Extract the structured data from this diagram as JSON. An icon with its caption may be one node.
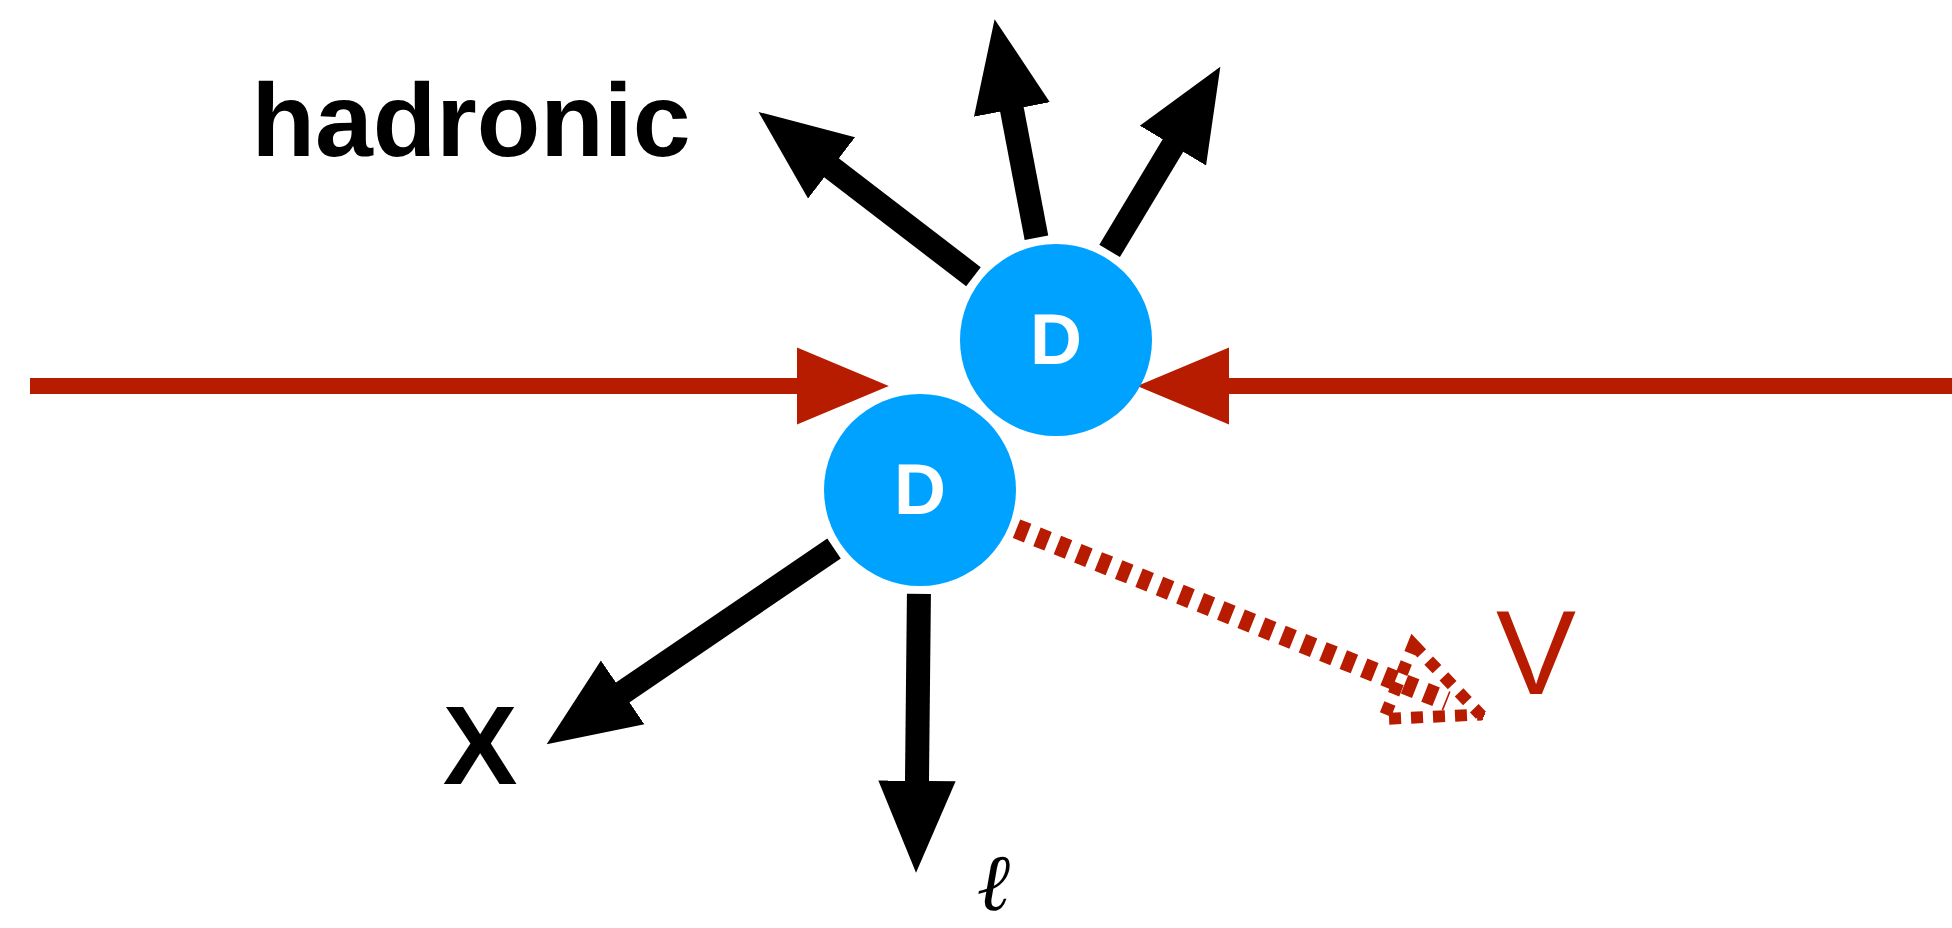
{
  "diagram": {
    "nodes": [
      {
        "text": [
          "D"
        ]
      },
      {
        "text": [
          "D"
        ]
      },
      {
        "text": [
          "hadronic"
        ]
      },
      {
        "text": [
          "X"
        ]
      },
      {
        "text": [
          "ℓ"
        ]
      },
      {
        "text": [
          "V"
        ]
      }
    ],
    "edges": [
      {
        "from": 0,
        "to": 2,
        "arrow": "to"
      },
      {
        "from": 0,
        "to": null,
        "arrow": "to"
      },
      {
        "from": 0,
        "to": null,
        "arrow": "to"
      },
      {
        "from": null,
        "to": 1,
        "arrow": "to",
        "color": "#b81c00"
      },
      {
        "from": null,
        "to": 0,
        "arrow": "to",
        "color": "#b81c00"
      },
      {
        "from": 1,
        "to": 3,
        "arrow": "to"
      },
      {
        "from": 1,
        "to": 4,
        "arrow": "to"
      },
      {
        "from": 1,
        "to": 5,
        "arrow": "to",
        "style": "dashed",
        "color": "#b81c00"
      }
    ]
  }
}
